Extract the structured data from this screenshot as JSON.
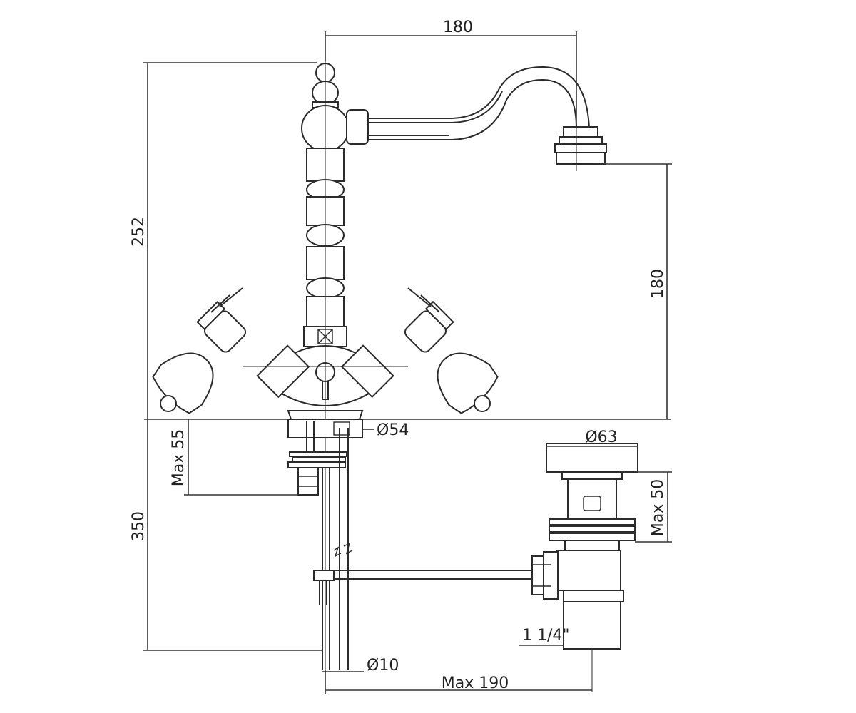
{
  "dimensions": {
    "spout_reach": "180",
    "total_height": "252",
    "spout_height": "180",
    "base_diameter": "Ø54",
    "max_deck_thickness_tap": "Max 55",
    "hose_length": "350",
    "waste_top_diameter": "Ø63",
    "max_deck_thickness_waste": "Max 50",
    "waste_thread": "1 1/4\"",
    "rod_diameter": "Ø10",
    "max_rod_distance": "Max 190"
  }
}
